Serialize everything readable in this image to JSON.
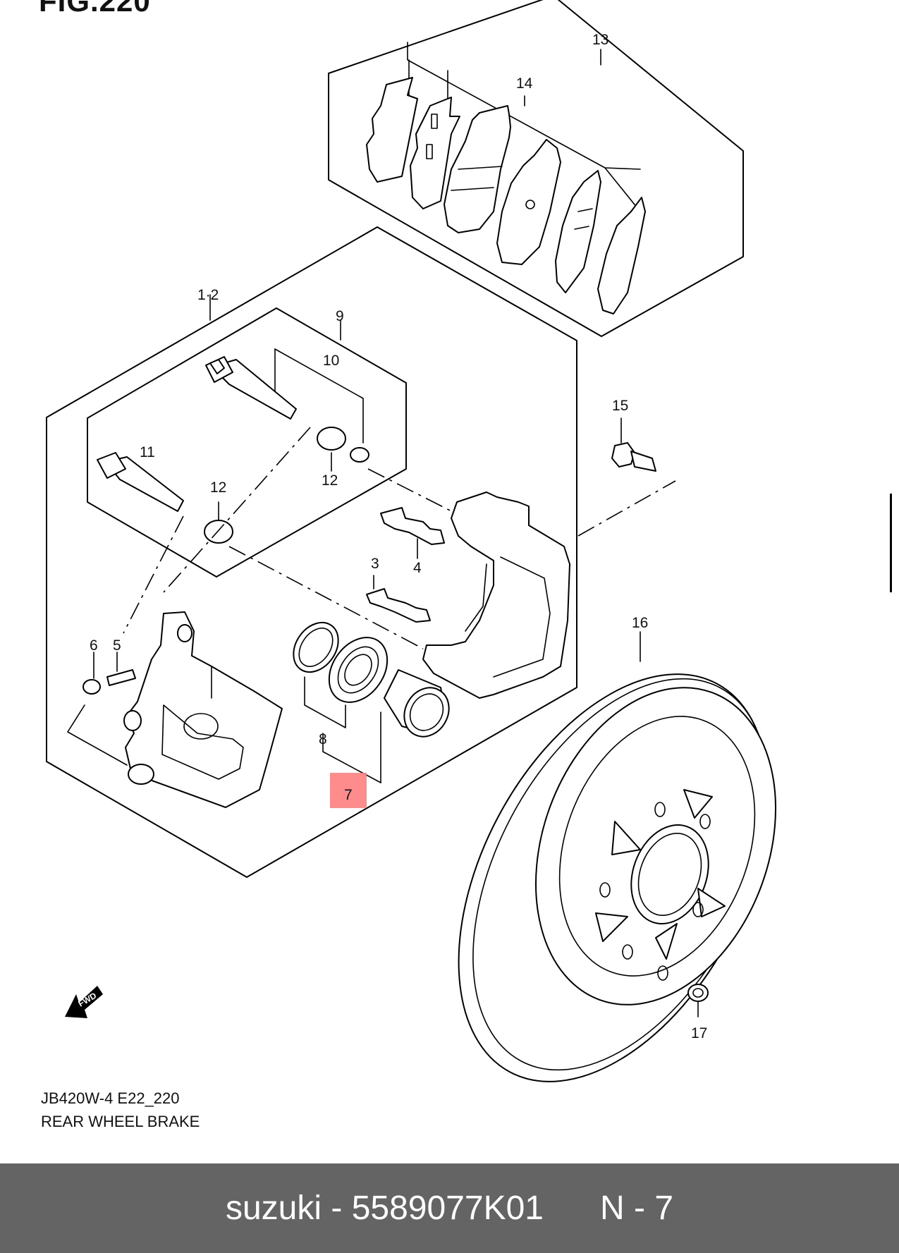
{
  "figure": {
    "title": "FIG.220"
  },
  "callouts": {
    "c13": "13",
    "c14": "14",
    "c1_2": "1·2",
    "c9": "9",
    "c10": "10",
    "c11": "11",
    "c12a": "12",
    "c12b": "12",
    "c15": "15",
    "c4": "4",
    "c3": "3",
    "c6": "6",
    "c5": "5",
    "c16": "16",
    "c8": "8",
    "c7": "7",
    "c17": "17"
  },
  "highlight": {
    "part": "7",
    "color": "#ff8080"
  },
  "fwd_arrow": {
    "label": "FWD"
  },
  "caption": {
    "code": "JB420W-4 E22_220",
    "name": "REAR WHEEL BRAKE"
  },
  "footer": {
    "brand": "suzuki",
    "separator": " - ",
    "part_number": "5589077K01",
    "position": "N - 7"
  }
}
